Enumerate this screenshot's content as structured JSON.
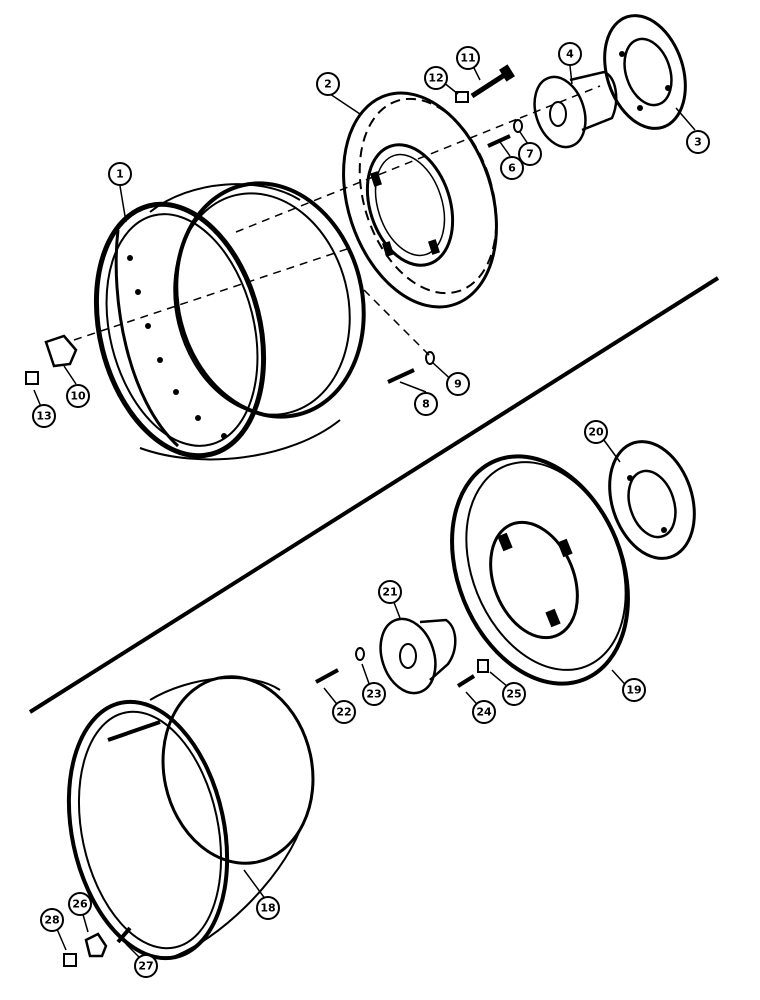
{
  "callouts": {
    "c1": "1",
    "c2": "2",
    "c3": "3",
    "c4": "4",
    "c6": "6",
    "c7": "7",
    "c8": "8",
    "c9": "9",
    "c10": "10",
    "c11": "11",
    "c12": "12",
    "c13": "13",
    "c18": "18",
    "c19": "19",
    "c20": "20",
    "c21": "21",
    "c22": "22",
    "c23": "23",
    "c24": "24",
    "c25": "25",
    "c26": "26",
    "c27": "27",
    "c28": "28"
  }
}
